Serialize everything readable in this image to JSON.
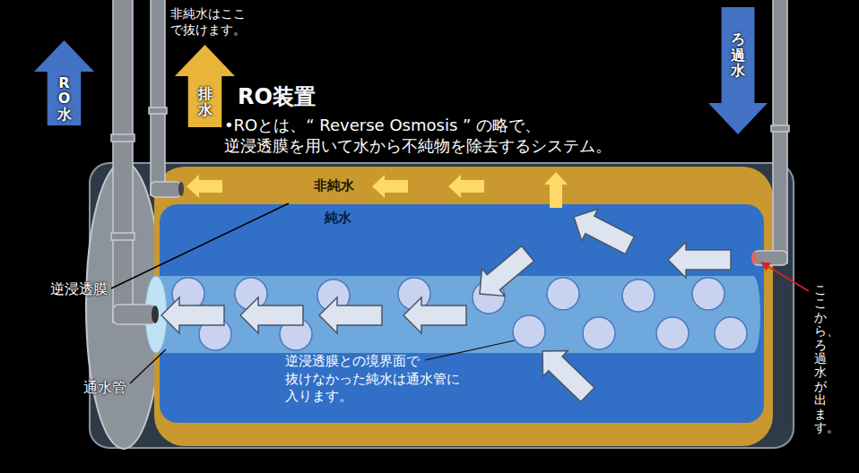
{
  "diagram": {
    "title": "RO装置",
    "nodes": [
      {
        "text": [
          "RO水"
        ]
      },
      {
        "text": [
          "排水"
        ]
      },
      {
        "text": [
          "ろ過水"
        ]
      },
      {
        "text": [
          "非純水"
        ]
      },
      {
        "text": [
          "純水"
        ],
        "in": 3
      }
    ],
    "labels": [
      "非純水はここ で抜けます。",
      "•ROとは、“ Reverse Osmosis ” の略で、 逆浸透膜を用いて水から不純物を除去するシステム。",
      "逆浸透膜",
      "通水管",
      "逆浸透膜との境界面で 抜けなかった純水は通水管に 入ります。",
      "ここから、ろ過水が出ます。"
    ]
  }
}
